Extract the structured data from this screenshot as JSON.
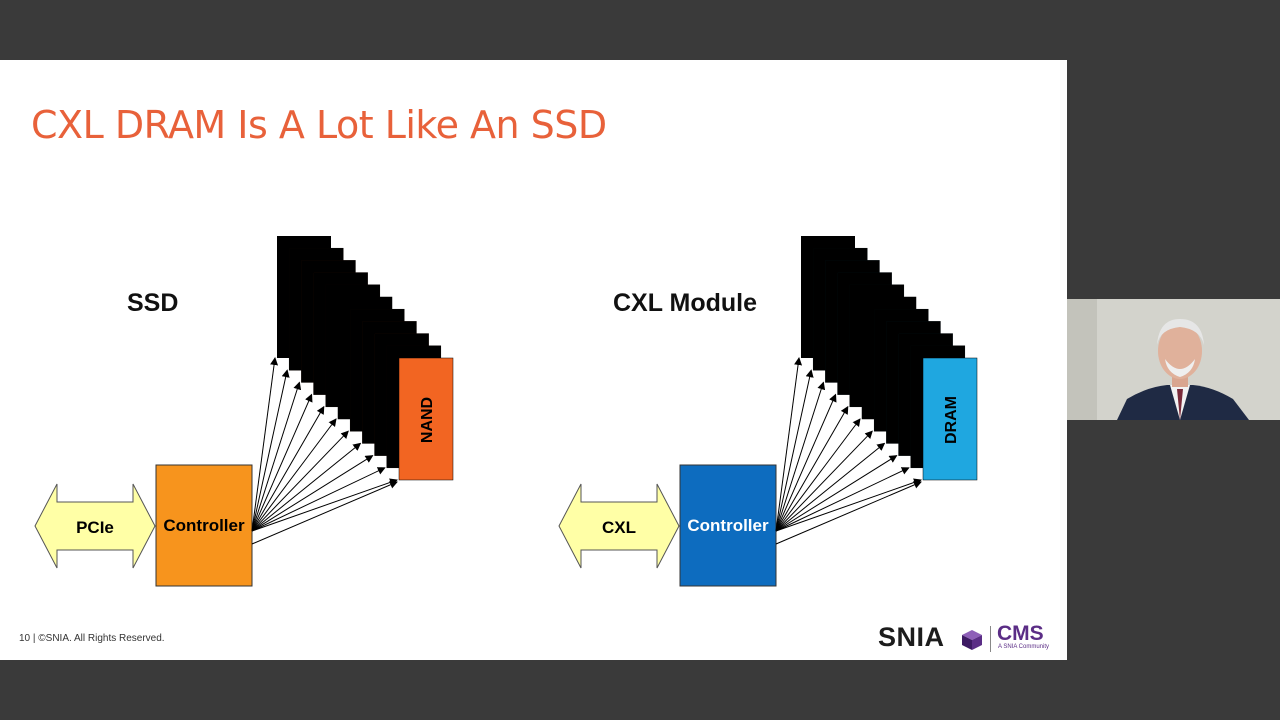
{
  "slide": {
    "title": "CXL DRAM Is A Lot Like An SSD",
    "footer": "10 | ©SNIA. All Rights Reserved."
  },
  "ssd": {
    "label": "SSD",
    "interface": "PCIe",
    "controller": "Controller",
    "chip": "NAND",
    "chip_color": "#f26522",
    "controller_color": "#f7941d"
  },
  "cxl": {
    "label": "CXL Module",
    "interface": "CXL",
    "controller": "Controller",
    "chip": "DRAM",
    "chip_color": "#1fa7e0",
    "controller_color": "#0d6cbf"
  },
  "logo": {
    "snia": "SNIA",
    "cms": "CMS",
    "cms_sub": "A SNIA Community"
  }
}
